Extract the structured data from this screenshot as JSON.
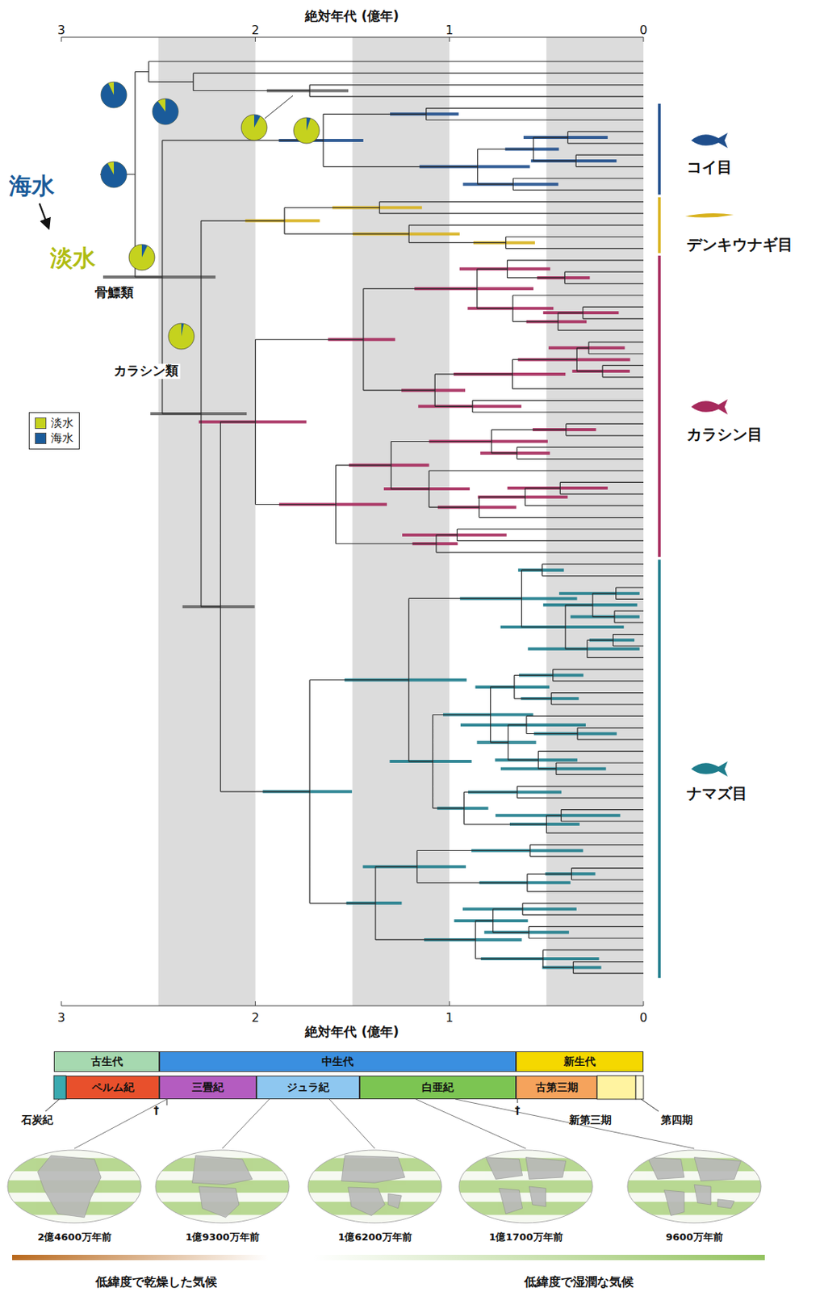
{
  "diagram": {
    "nodes": [
      {
        "text": [
          "古生代"
        ]
      },
      {
        "text": [
          "中生代"
        ]
      },
      {
        "text": [
          "新生代"
        ]
      },
      {
        "text": [
          "ペルム紀"
        ]
      },
      {
        "text": [
          "三畳紀"
        ]
      },
      {
        "text": [
          "ジュラ紀"
        ]
      },
      {
        "text": [
          "白亜紀"
        ]
      },
      {
        "text": [
          "古第三期"
        ]
      }
    ],
    "edges": [],
    "labels": [
      "絶対年代 (億年)",
      "3",
      "2",
      "1",
      "0",
      "海水",
      "淡水",
      "骨鰾類",
      "カラシン類",
      "コイ目",
      "デンキウナギ目",
      "カラシン目",
      "ナマズ目",
      "3",
      "2",
      "1",
      "0",
      "絶対年代 (億年)",
      "石炭紀",
      "†",
      "†",
      "新第三期",
      "第四期",
      "2億4600万年前",
      "1億9300万年前",
      "1億6200万年前",
      "1億1700万年前",
      "9600万年前",
      "低緯度で乾燥した気候",
      "低緯度で湿潤な気候"
    ],
    "legend": [
      {
        "text": "淡水",
        "color": "#c5d21e"
      },
      {
        "text": "海水",
        "color": "#1a5b9a"
      }
    ]
  }
}
